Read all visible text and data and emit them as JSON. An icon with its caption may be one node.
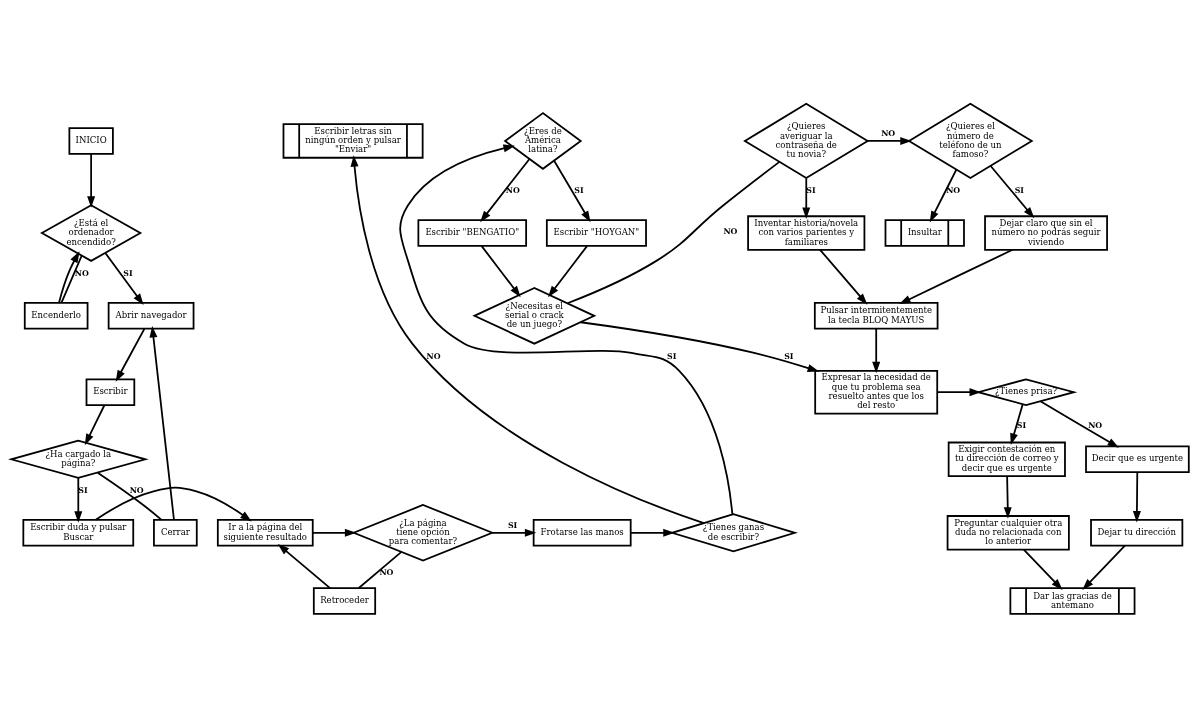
{
  "diagram": {
    "nodes": [
      {
        "text": [
          "INICIO"
        ]
      },
      {
        "text": [
          "¿Está el ordenador encendido?"
        ]
      },
      {
        "text": [
          "Encenderlo"
        ]
      },
      {
        "text": [
          "Abrir navegador"
        ]
      },
      {
        "text": [
          "Escribir"
        ]
      },
      {
        "text": [
          "¿Ha cargado la página?"
        ]
      },
      {
        "text": [
          "Cerrar"
        ]
      },
      {
        "text": [
          "Escribir duda y pulsar Buscar"
        ]
      },
      {
        "text": [
          "Ir a la página del siguiente resultado"
        ]
      },
      {
        "text": [
          "¿La página tiene opción para comentar?"
        ]
      },
      {
        "text": [
          "Retroceder"
        ]
      },
      {
        "text": [
          "Frotarse las manos"
        ]
      },
      {
        "text": [
          "¿Tienes ganas de escribir?"
        ]
      },
      {
        "text": [
          "Escribir letras sin ningún orden y pulsar \"Enviar\""
        ]
      },
      {
        "text": [
          "¿Eres de América latina?"
        ]
      },
      {
        "text": [
          "Escribir \"HOYGAN\""
        ]
      },
      {
        "text": [
          "Escribir \"BENGATIO\""
        ]
      },
      {
        "text": [
          "¿Necesitas el serial o crack de un juego?"
        ]
      },
      {
        "text": [
          "¿Quieres averiguar la contraseña de tu novia?"
        ]
      },
      {
        "text": [
          "Inventar historia/novela con varios parientes y familiares"
        ]
      },
      {
        "text": [
          "Pulsar intermitentemente la tecla BLOQ MAYUS"
        ]
      },
      {
        "text": [
          "¿Quieres el número de teléfono de un famoso?"
        ]
      },
      {
        "text": [
          "Dejar claro que sin el número no podrás seguir viviendo"
        ]
      },
      {
        "text": [
          "Insultar"
        ]
      },
      {
        "text": [
          "Expresar la necesidad de que tu problema sea resuelto antes que los del resto"
        ]
      },
      {
        "text": [
          "¿Tienes prisa?"
        ]
      },
      {
        "text": [
          "Exigir contestación en tu dirección de correo y decir que es urgente"
        ]
      },
      {
        "text": [
          "Preguntar cualquier otra duda no relacionada con lo anterior"
        ]
      },
      {
        "text": [
          "Decir que es urgente"
        ]
      },
      {
        "text": [
          "Dejar tu dirección"
        ]
      },
      {
        "text": [
          "Dar las gracias de antemano"
        ]
      }
    ],
    "edges": [
      {
        "from": 0,
        "to": 1,
        "arrow": "to"
      },
      {
        "from": 1,
        "to": 2,
        "arrow": "none",
        "label": "NO"
      },
      {
        "from": 2,
        "to": 1,
        "arrow": "to"
      },
      {
        "from": 1,
        "to": 3,
        "arrow": "to",
        "label": "SI"
      },
      {
        "from": 3,
        "to": 4,
        "arrow": "to"
      },
      {
        "from": 4,
        "to": 5,
        "arrow": "to"
      },
      {
        "from": 5,
        "to": 6,
        "arrow": "none",
        "label": "NO"
      },
      {
        "from": 6,
        "to": 3,
        "arrow": "to"
      },
      {
        "from": 5,
        "to": 7,
        "arrow": "to",
        "label": "SI"
      },
      {
        "from": 7,
        "to": 8,
        "arrow": "to"
      },
      {
        "from": 8,
        "to": 9,
        "arrow": "to"
      },
      {
        "from": 9,
        "to": 10,
        "arrow": "none",
        "label": "NO"
      },
      {
        "from": 10,
        "to": 8,
        "arrow": "to"
      },
      {
        "from": 9,
        "to": 11,
        "arrow": "to",
        "label": "SI"
      },
      {
        "from": 11,
        "to": 12,
        "arrow": "to"
      },
      {
        "from": 12,
        "to": 13,
        "arrow": "to",
        "label": "NO"
      },
      {
        "from": 12,
        "to": 14,
        "arrow": "to",
        "label": "SI"
      },
      {
        "from": 14,
        "to": 15,
        "arrow": "to",
        "label": "SI"
      },
      {
        "from": 14,
        "to": 16,
        "arrow": "to",
        "label": "NO"
      },
      {
        "from": 15,
        "to": 17,
        "arrow": "to"
      },
      {
        "from": 16,
        "to": 17,
        "arrow": "to"
      },
      {
        "from": 17,
        "to": 18,
        "arrow": "none",
        "label": "NO"
      },
      {
        "from": 17,
        "to": 24,
        "arrow": "to",
        "label": "SI"
      },
      {
        "from": 18,
        "to": 21,
        "arrow": "to",
        "label": "NO"
      },
      {
        "from": 18,
        "to": 19,
        "arrow": "to",
        "label": "SI"
      },
      {
        "from": 19,
        "to": 20,
        "arrow": "to"
      },
      {
        "from": 21,
        "to": 22,
        "arrow": "to",
        "label": "SI"
      },
      {
        "from": 22,
        "to": 20,
        "arrow": "to"
      },
      {
        "from": 21,
        "to": 23,
        "arrow": "to",
        "label": "NO"
      },
      {
        "from": 20,
        "to": 24,
        "arrow": "to"
      },
      {
        "from": 24,
        "to": 25,
        "arrow": "to"
      },
      {
        "from": 25,
        "to": 26,
        "arrow": "to",
        "label": "SI"
      },
      {
        "from": 25,
        "to": 28,
        "arrow": "to",
        "label": "NO"
      },
      {
        "from": 26,
        "to": 27,
        "arrow": "to"
      },
      {
        "from": 28,
        "to": 29,
        "arrow": "to"
      },
      {
        "from": 27,
        "to": 30,
        "arrow": "to"
      },
      {
        "from": 29,
        "to": 30,
        "arrow": "to"
      }
    ]
  }
}
